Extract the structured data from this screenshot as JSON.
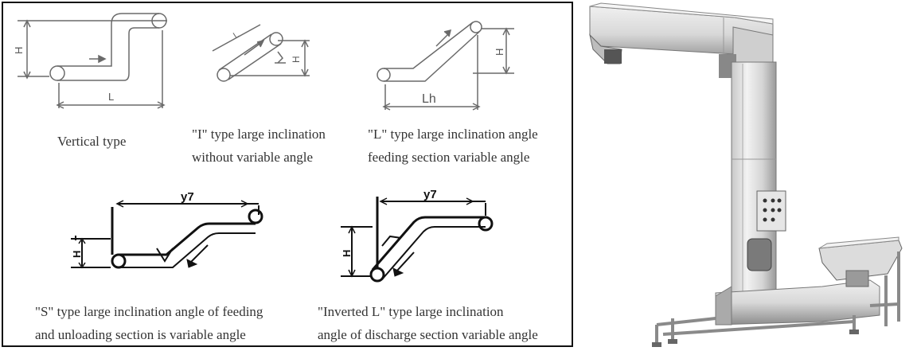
{
  "figures": [
    {
      "id": "vertical",
      "caption": [
        "Vertical type"
      ],
      "dims": {
        "h": "H",
        "l": "L"
      }
    },
    {
      "id": "i-type",
      "caption": [
        "\"I\" type large inclination",
        "without variable angle"
      ],
      "dims": {
        "l": "L",
        "h": "H"
      }
    },
    {
      "id": "l-type",
      "caption": [
        "\"L\" type large inclination angle",
        "feeding section variable angle"
      ],
      "dims": {
        "l": "Lh",
        "h": "H"
      }
    },
    {
      "id": "s-type",
      "caption": [
        "\"S\" type large inclination angle of feeding",
        "and unloading section is variable angle"
      ],
      "dims": {
        "l": "y7",
        "h": "H"
      }
    },
    {
      "id": "inverted-l",
      "caption": [
        "\"Inverted L\" type large inclination",
        "angle of discharge section variable angle"
      ],
      "dims": {
        "l": "y7",
        "h": "H"
      }
    }
  ],
  "colors": {
    "line": "#555555",
    "bold_line": "#111111",
    "steel_light": "#e9e9e9",
    "steel_dark": "#6e6e6e",
    "panel_border": "#111111"
  }
}
